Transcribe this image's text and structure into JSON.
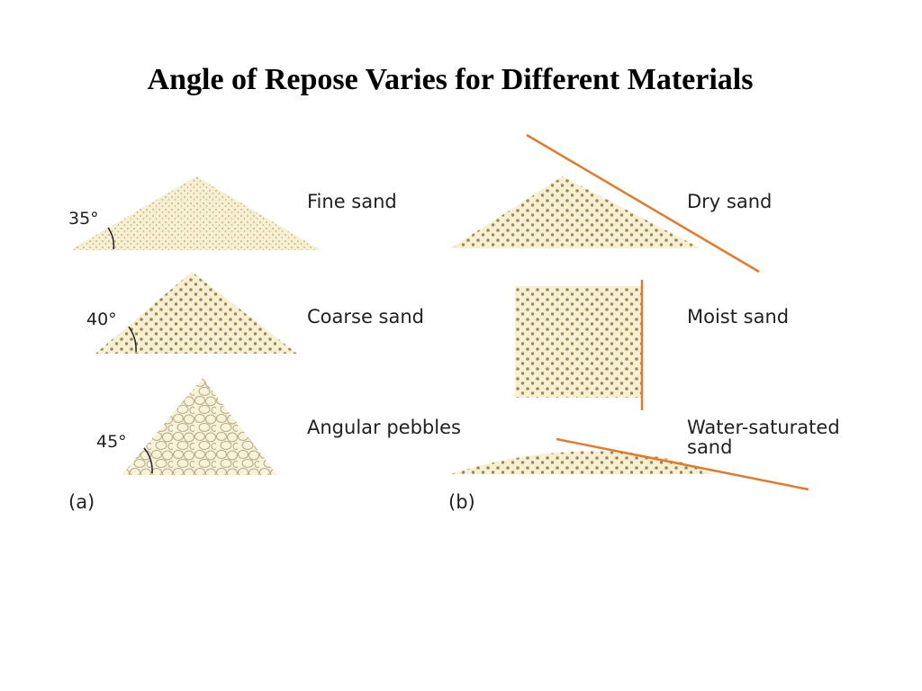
{
  "title": "Angle of Repose Varies for Different Materials",
  "panel_a": {
    "label": "(a)",
    "piles": [
      {
        "material": "Fine sand",
        "angle_label": "35°"
      },
      {
        "material": "Coarse sand",
        "angle_label": "40°"
      },
      {
        "material": "Angular pebbles",
        "angle_label": "45°"
      }
    ]
  },
  "panel_b": {
    "label": "(b)",
    "piles": [
      {
        "material": "Dry sand"
      },
      {
        "material": "Moist sand"
      },
      {
        "material": "Water-saturated",
        "material_line2": "sand"
      }
    ]
  },
  "colors": {
    "sand_fill": "#f6efd2",
    "grain": "#9a8a5a",
    "pebble_outline": "#b3a98a",
    "slope_line": "#e07a2e",
    "text": "#231f20"
  }
}
